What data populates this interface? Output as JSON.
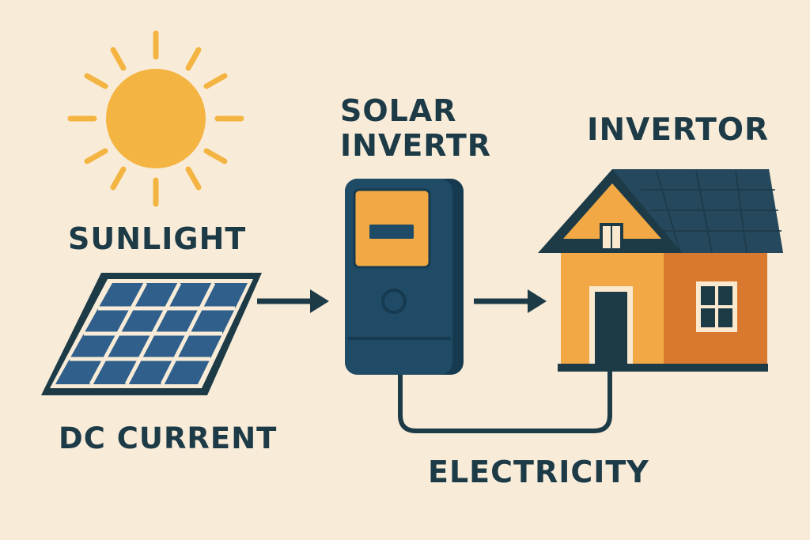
{
  "labels": {
    "sunlight": "SUNLIGHT",
    "dc_current": "DC CURRENT",
    "solar_line1": "SOLAR",
    "solar_line2": "INVERTR",
    "invertor": "INVERTOR",
    "electricity": "ELECTRICITY"
  },
  "colors": {
    "background": "#f8ecd9",
    "navy": "#1d3a47",
    "panel_blue": "#2f5f8a",
    "sun": "#f4b442",
    "inverter_body": "#1f4b66",
    "house_front": "#f2a945",
    "house_side": "#d9782f"
  },
  "icons": [
    "sun-icon",
    "solar-panel-icon",
    "inverter-icon",
    "house-icon",
    "arrow-right-icon"
  ]
}
